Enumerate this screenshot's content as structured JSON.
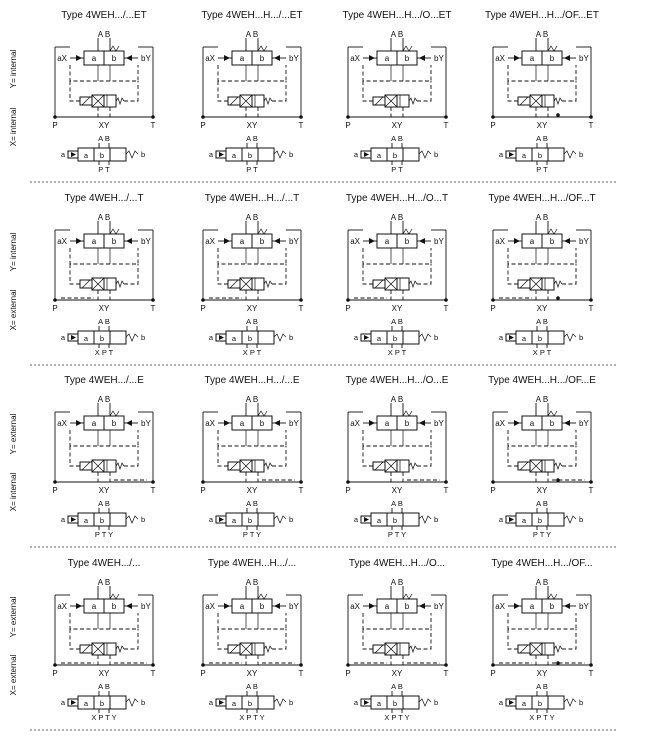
{
  "rows": [
    {
      "side_label_top": "Y= internal",
      "side_label_bottom": "X= internal",
      "titles": [
        "Type 4WEH.../...ET",
        "Type 4WEH...H.../...ET",
        "Type 4WEH...H.../O...ET",
        "Type 4WEH...H.../OF...ET"
      ],
      "main_ports": {
        "top": "A B",
        "left": "aX",
        "right": "bY",
        "p": "P",
        "xy": "XY",
        "t": "T"
      },
      "small_ports": {
        "top": "A B",
        "bottom": "P T",
        "left": "a",
        "right": "b"
      }
    },
    {
      "side_label_top": "Y= internal",
      "side_label_bottom": "X= external",
      "titles": [
        "Type 4WEH.../...T",
        "Type 4WEH...H.../...T",
        "Type 4WEH...H.../O...T",
        "Type 4WEH...H.../OF...T"
      ],
      "main_ports": {
        "top": "A B",
        "left": "aX",
        "right": "bY",
        "p": "P",
        "xy": "XY",
        "t": "T"
      },
      "small_ports": {
        "top": "A B",
        "bottom": "X P T",
        "left": "a",
        "right": "b"
      }
    },
    {
      "side_label_top": "Y= external",
      "side_label_bottom": "X= internal",
      "titles": [
        "Type 4WEH.../...E",
        "Type 4WEH...H.../...E",
        "Type 4WEH...H.../O...E",
        "Type 4WEH...H.../OF...E"
      ],
      "main_ports": {
        "top": "A B",
        "left": "aX",
        "right": "bY",
        "p": "P",
        "xy": "XY",
        "t": "T"
      },
      "small_ports": {
        "top": "A B",
        "bottom": "P T Y",
        "left": "a",
        "right": "b"
      }
    },
    {
      "side_label_top": "Y= external",
      "side_label_bottom": "X= external",
      "titles": [
        "Type 4WEH.../...",
        "Type 4WEH...H.../...",
        "Type 4WEH...H.../O...",
        "Type 4WEH...H.../OF..."
      ],
      "main_ports": {
        "top": "A B",
        "left": "aX",
        "right": "bY",
        "p": "P",
        "xy": "XY",
        "t": "T"
      },
      "small_ports": {
        "top": "A B",
        "bottom": "X P T Y",
        "left": "a",
        "right": "b"
      }
    }
  ],
  "valve_labels": {
    "left": "a",
    "right": "b"
  }
}
